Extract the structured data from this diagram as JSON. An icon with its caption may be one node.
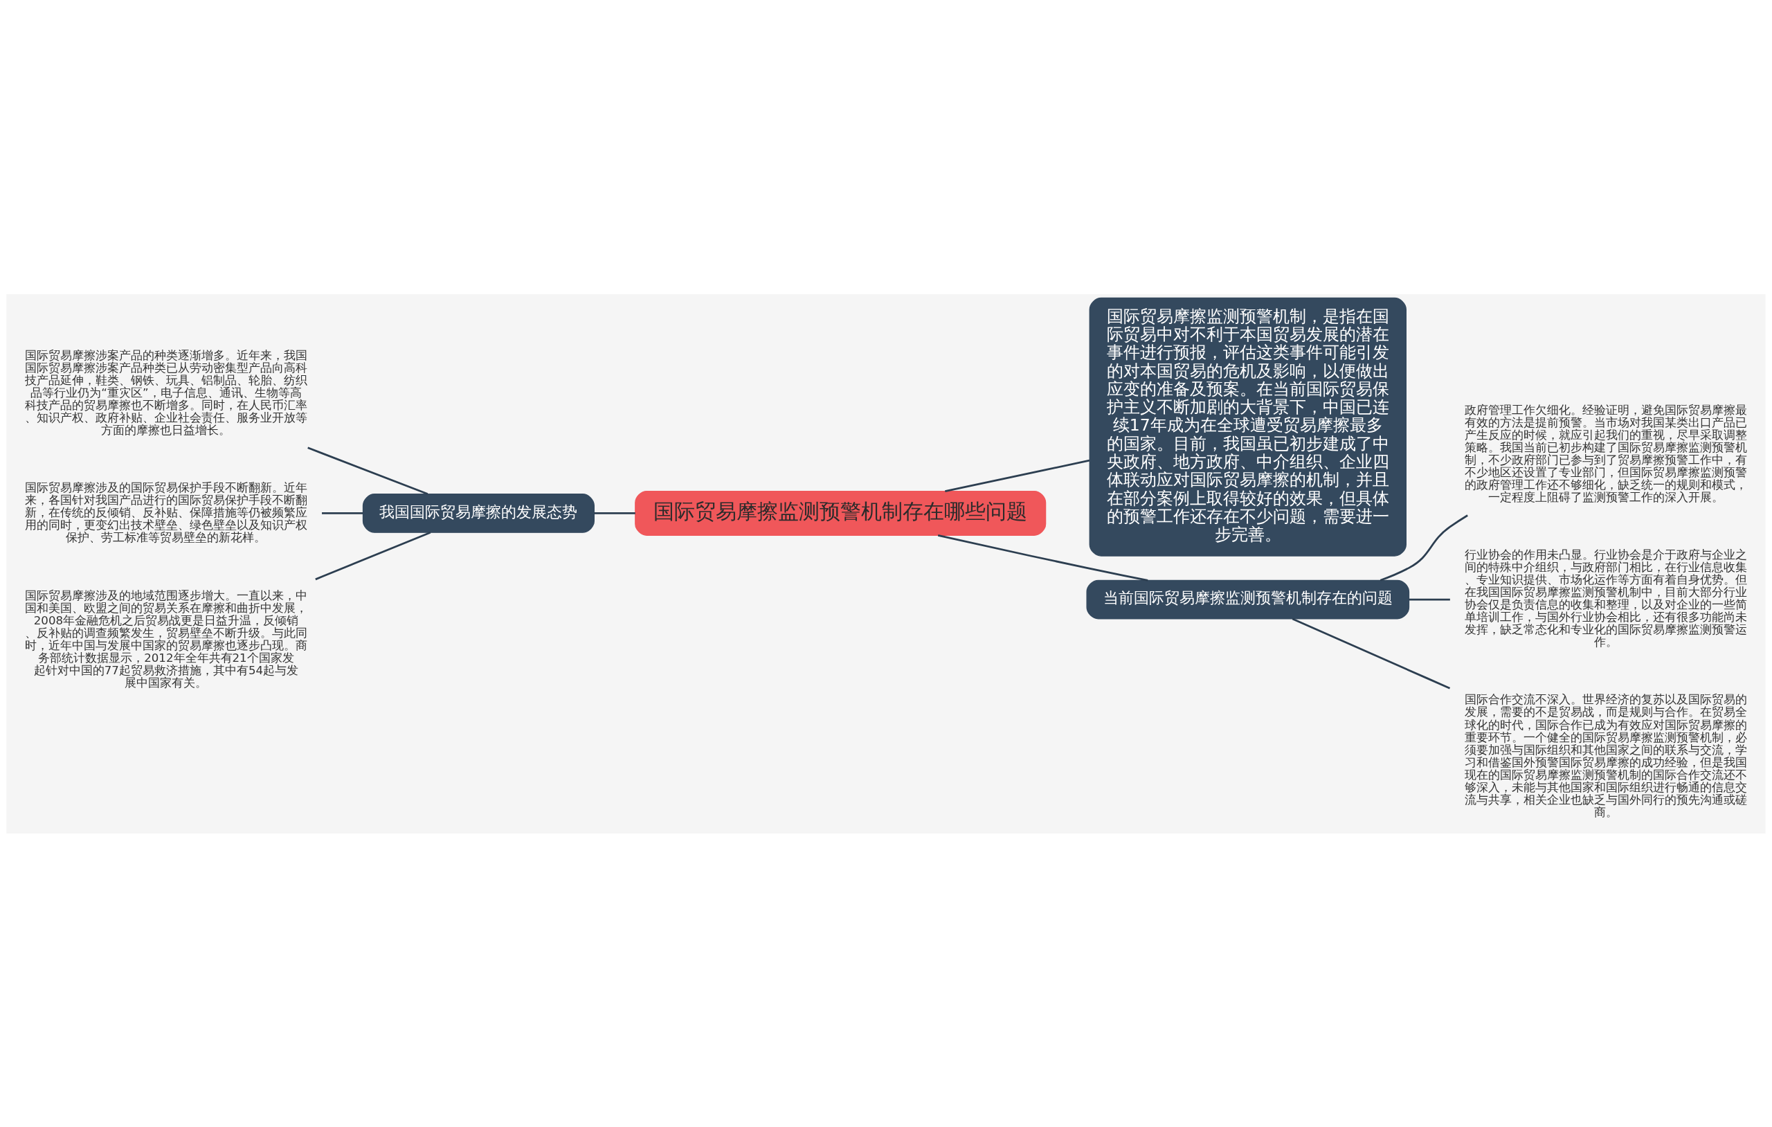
{
  "diagram": {
    "nodes": [
      {
        "text": [
          "国际贸易摩擦监测预警机制存在哪些问题"
        ]
      },
      {
        "text": [
          "我国国际贸易摩擦的发展态势"
        ]
      },
      {
        "text": [
          "国际贸易摩擦涉案产品的种类逐渐增多。近年来，我国国际贸易摩擦涉案产品种类已从劳动密集型产品向高科技产品延伸，鞋类、钢铁、玩具、铝制品、轮胎、纺织品等行业仍为“重灾区”，电子信息、通讯、生物等高科技产品的贸易摩擦也不断增多。同时，在人民币汇率、知识产权、政府补贴、企业社会责任、服务业开放等方面的摩擦也日益增长。"
        ]
      },
      {
        "text": [
          "国际贸易摩擦涉及的国际贸易保护手段不断翻新。近年来，各国针对我国产品进行的国际贸易保护手段不断翻新，在传统的反倾销、反补贴、保障措施等仍被频繁应用的同时，更变幻出技术壁垒、绿色壁垒以及知识产权保护、劳工标准等贸易壁垒的新花样。"
        ]
      },
      {
        "text": [
          "国际贸易摩擦涉及的地域范围逐步增大。一直以来，中国和美国、欧盟之间的贸易关系在摩擦和曲折中发展，2008年金融危机之后贸易战更是日益升温，反倾销、反补贴的调查频繁发生，贸易壁垒不断升级。与此同时，近年中国与发展中国家的贸易摩擦也逐步凸现。商务部统计数据显示，2012年全年共有21个国家发起针对中国的77起贸易救济措施，其中有54起与发展中国家有关。"
        ]
      },
      {
        "text": [
          "国际贸易摩擦监测预警机制，是指在国际贸易中对不利于本国贸易发展的潜在事件进行预报，评估这类事件可能引发的对本国贸易的危机及影响，以便做出应变的准备及预案。在当前国际贸易保护主义不断加剧的大背景下，中国已连续17年成为在全球遭受贸易摩擦最多的国家。目前，我国虽已初步建成了中央政府、地方政府、中介组织、企业四体联动应对国际贸易摩擦的机制，并且在部分案例上取得较好的效果，但具体的预警工作还存在不少问题，需要进一步完善。"
        ]
      },
      {
        "text": [
          "当前国际贸易摩擦监测预警机制存在的问题"
        ]
      },
      {
        "text": [
          "政府管理工作欠细化。经验证明，避免国际贸易摩擦最有效的方法是提前预警。当市场对我国某类出口产品已产生反应的时候，就应引起我们的重视，尽早采取调整策略。我国当前已初步构建了国际贸易摩擦监测预警机制，不少政府部门已参与到了贸易摩擦预警工作中，有不少地区还设置了专业部门，但国际贸易摩擦监测预警的政府管理工作还不够细化，缺乏统一的规则和模式，一定程度上阻碍了监测预警工作的深入开展。"
        ]
      },
      {
        "text": [
          "行业协会的作用未凸显。行业协会是介于政府与企业之间的特殊中介组织，与政府部门相比，在行业信息收集、专业知识提供、市场化运作等方面有着自身优势。但在我国国际贸易摩擦监测预警机制中，目前大部分行业协会仅是负责信息的收集和整理，以及对企业的一些简单培训工作，与国外行业协会相比，还有很多功能尚未发挥，缺乏常态化和专业化的国际贸易摩擦监测预警运作。"
        ]
      },
      {
        "text": [
          "国际合作交流不深入。世界经济的复苏以及国际贸易的发展，需要的不是贸易战，而是规则与合作。在贸易全球化的时代，国际合作已成为有效应对国际贸易摩擦的重要环节。一个健全的国际贸易摩擦监测预警机制，必须要加强与国际组织和其他国家之间的联系与交流，学习和借鉴国外预警国际贸易摩擦的成功经验，但是我国现在的国际贸易摩擦监测预警机制的国际合作交流还不够深入，未能与其他国家和国际组织进行畅通的信息交流与共享，相关企业也缺乏与国外同行的预先沟通或磋商。"
        ]
      }
    ],
    "edges": [
      {
        "from": 0,
        "to": 1,
        "arrow": "none"
      },
      {
        "from": 1,
        "to": 2,
        "arrow": "none"
      },
      {
        "from": 1,
        "to": 3,
        "arrow": "none"
      },
      {
        "from": 1,
        "to": 4,
        "arrow": "none"
      },
      {
        "from": 0,
        "to": 5,
        "arrow": "none"
      },
      {
        "from": 0,
        "to": 6,
        "arrow": "none"
      },
      {
        "from": 6,
        "to": 7,
        "arrow": "none"
      },
      {
        "from": 6,
        "to": 8,
        "arrow": "none"
      },
      {
        "from": 6,
        "to": 9,
        "arrow": "none"
      }
    ]
  }
}
